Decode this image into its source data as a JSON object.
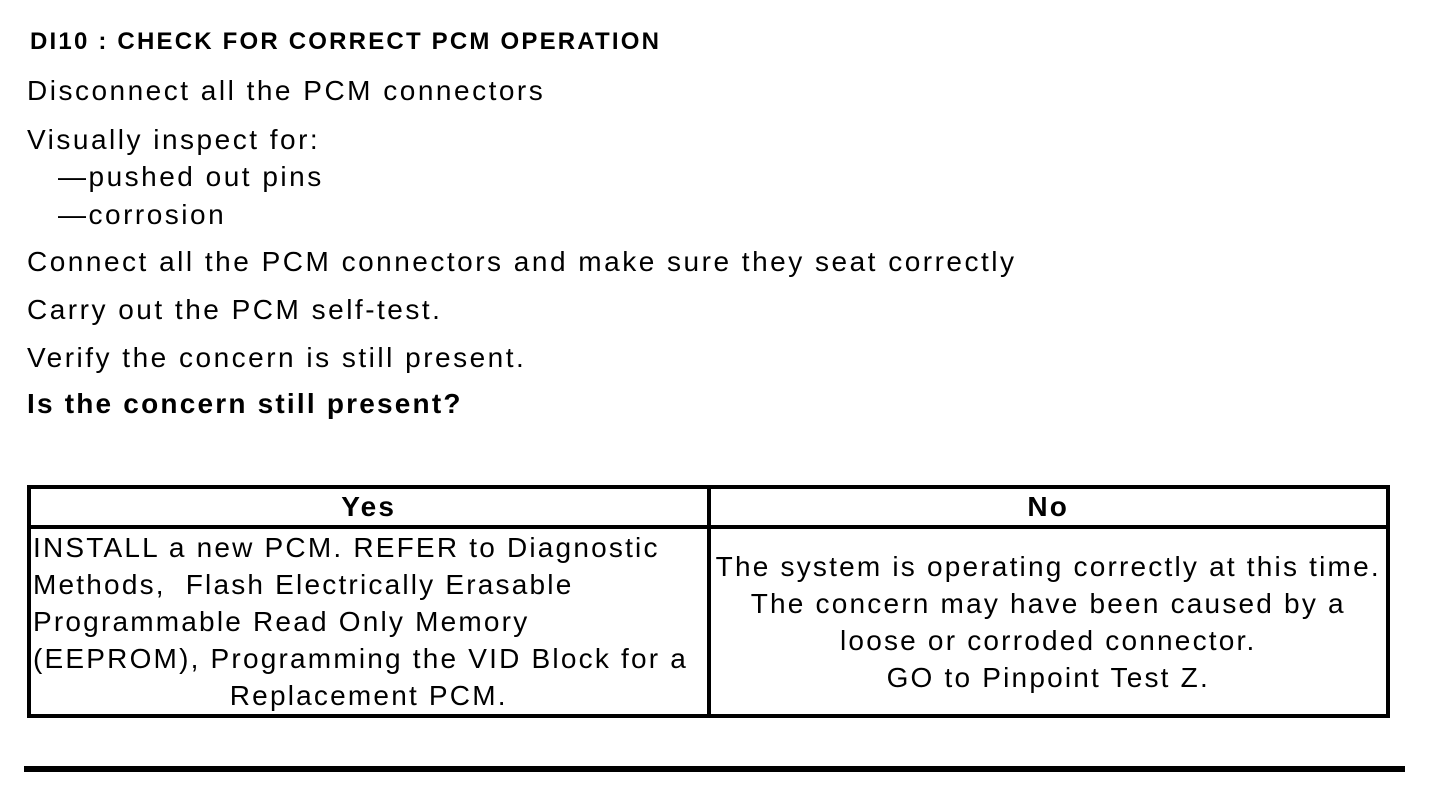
{
  "document": {
    "title": "DI10 : CHECK FOR CORRECT PCM OPERATION",
    "steps": {
      "disconnect": "Disconnect all the PCM connectors",
      "inspect": "Visually inspect for:",
      "inspect_items": [
        "—pushed out pins",
        "—corrosion"
      ],
      "connect": "Connect all the PCM connectors and make sure they seat correctly",
      "self_test": "Carry out the PCM self-test.",
      "verify": "Verify the concern is still present."
    },
    "question": "Is the concern still present?"
  },
  "results_table": {
    "headers": [
      "Yes",
      "No"
    ],
    "yes_cell": {
      "lines": [
        "INSTALL a new PCM. REFER to Diagnostic",
        "Methods,  Flash Electrically Erasable",
        "Programmable Read Only Memory",
        "(EEPROM), Programming the VID Block for a",
        "Replacement PCM."
      ]
    },
    "no_cell": {
      "lines": [
        "The system is operating correctly at this time.",
        "The concern may have been caused by a",
        "loose or corroded connector.",
        "GO to Pinpoint Test Z."
      ]
    }
  },
  "colors": {
    "text": "#000000",
    "background": "#ffffff",
    "table_border": "#000000",
    "rule": "#000000"
  }
}
